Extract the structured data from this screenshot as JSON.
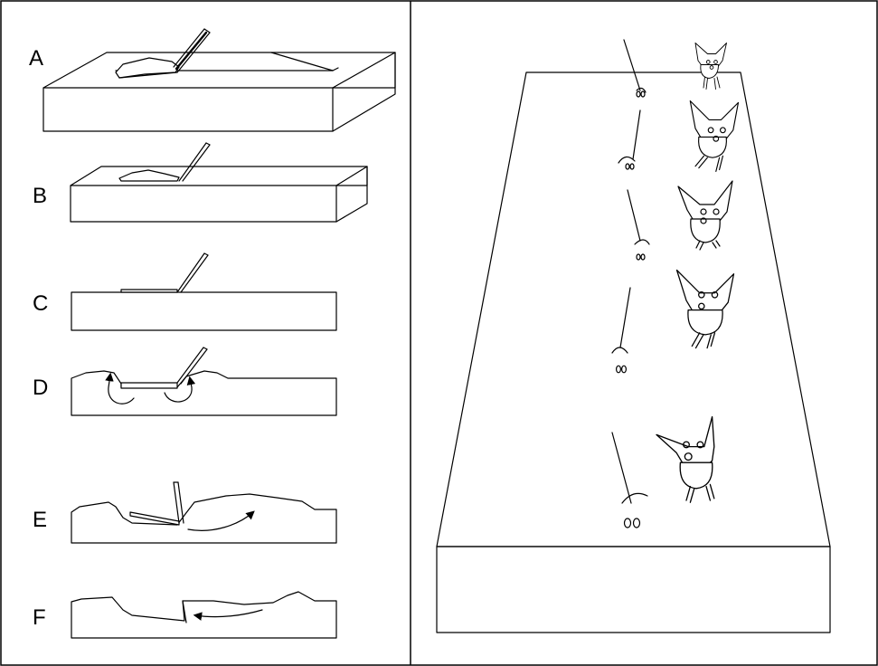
{
  "left_panel": {
    "step_labels": [
      "A",
      "B",
      "C",
      "D",
      "E",
      "F"
    ]
  }
}
